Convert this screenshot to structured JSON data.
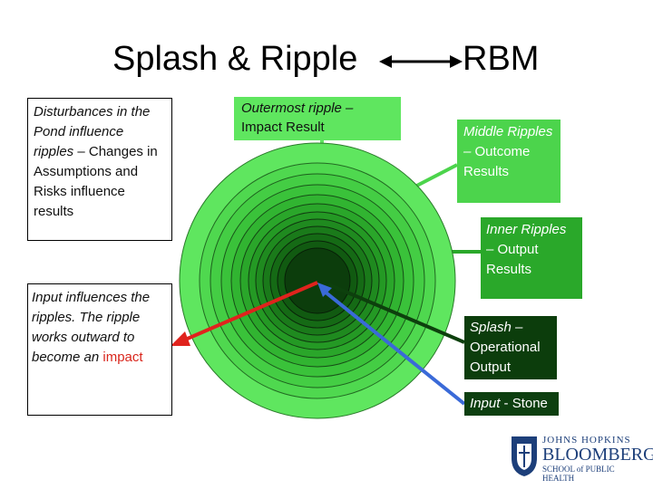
{
  "titles": {
    "left": "Splash & Ripple",
    "right": "RBM"
  },
  "disturbances": {
    "italic": "Disturbances in the Pond influence ripples",
    "dash": " – ",
    "normal": "Changes in Assumptions and Risks influence results"
  },
  "input_note": {
    "text": "Input influences the ripples. The ripple works outward to become an ",
    "highlight": "impact"
  },
  "labels": {
    "outer": {
      "italic": "Outermost ripple –",
      "normal": "Impact Result"
    },
    "middle": {
      "italic": "Middle Ripples –",
      "normal": "Outcome Results"
    },
    "inner": {
      "italic": "Inner Ripples",
      "normal": "– Output Results"
    },
    "splash": {
      "italic": "Splash –",
      "normal": "Operational Output"
    },
    "input": {
      "italic": "Input",
      "normal": " - Stone"
    }
  },
  "logo": {
    "line1": "JOHNS HOPKINS",
    "line2": "BLOOMBERG",
    "line3": "SCHOOL of PUBLIC HEALTH"
  },
  "colors": {
    "ripple_outer": "#5fe65f",
    "ripple_middle": "#3cc83c",
    "ripple_inner": "#1f9a1f",
    "splash": "#0c3d0c",
    "arrow_red": "#e0231d",
    "arrow_blue": "#3a6ad8"
  }
}
